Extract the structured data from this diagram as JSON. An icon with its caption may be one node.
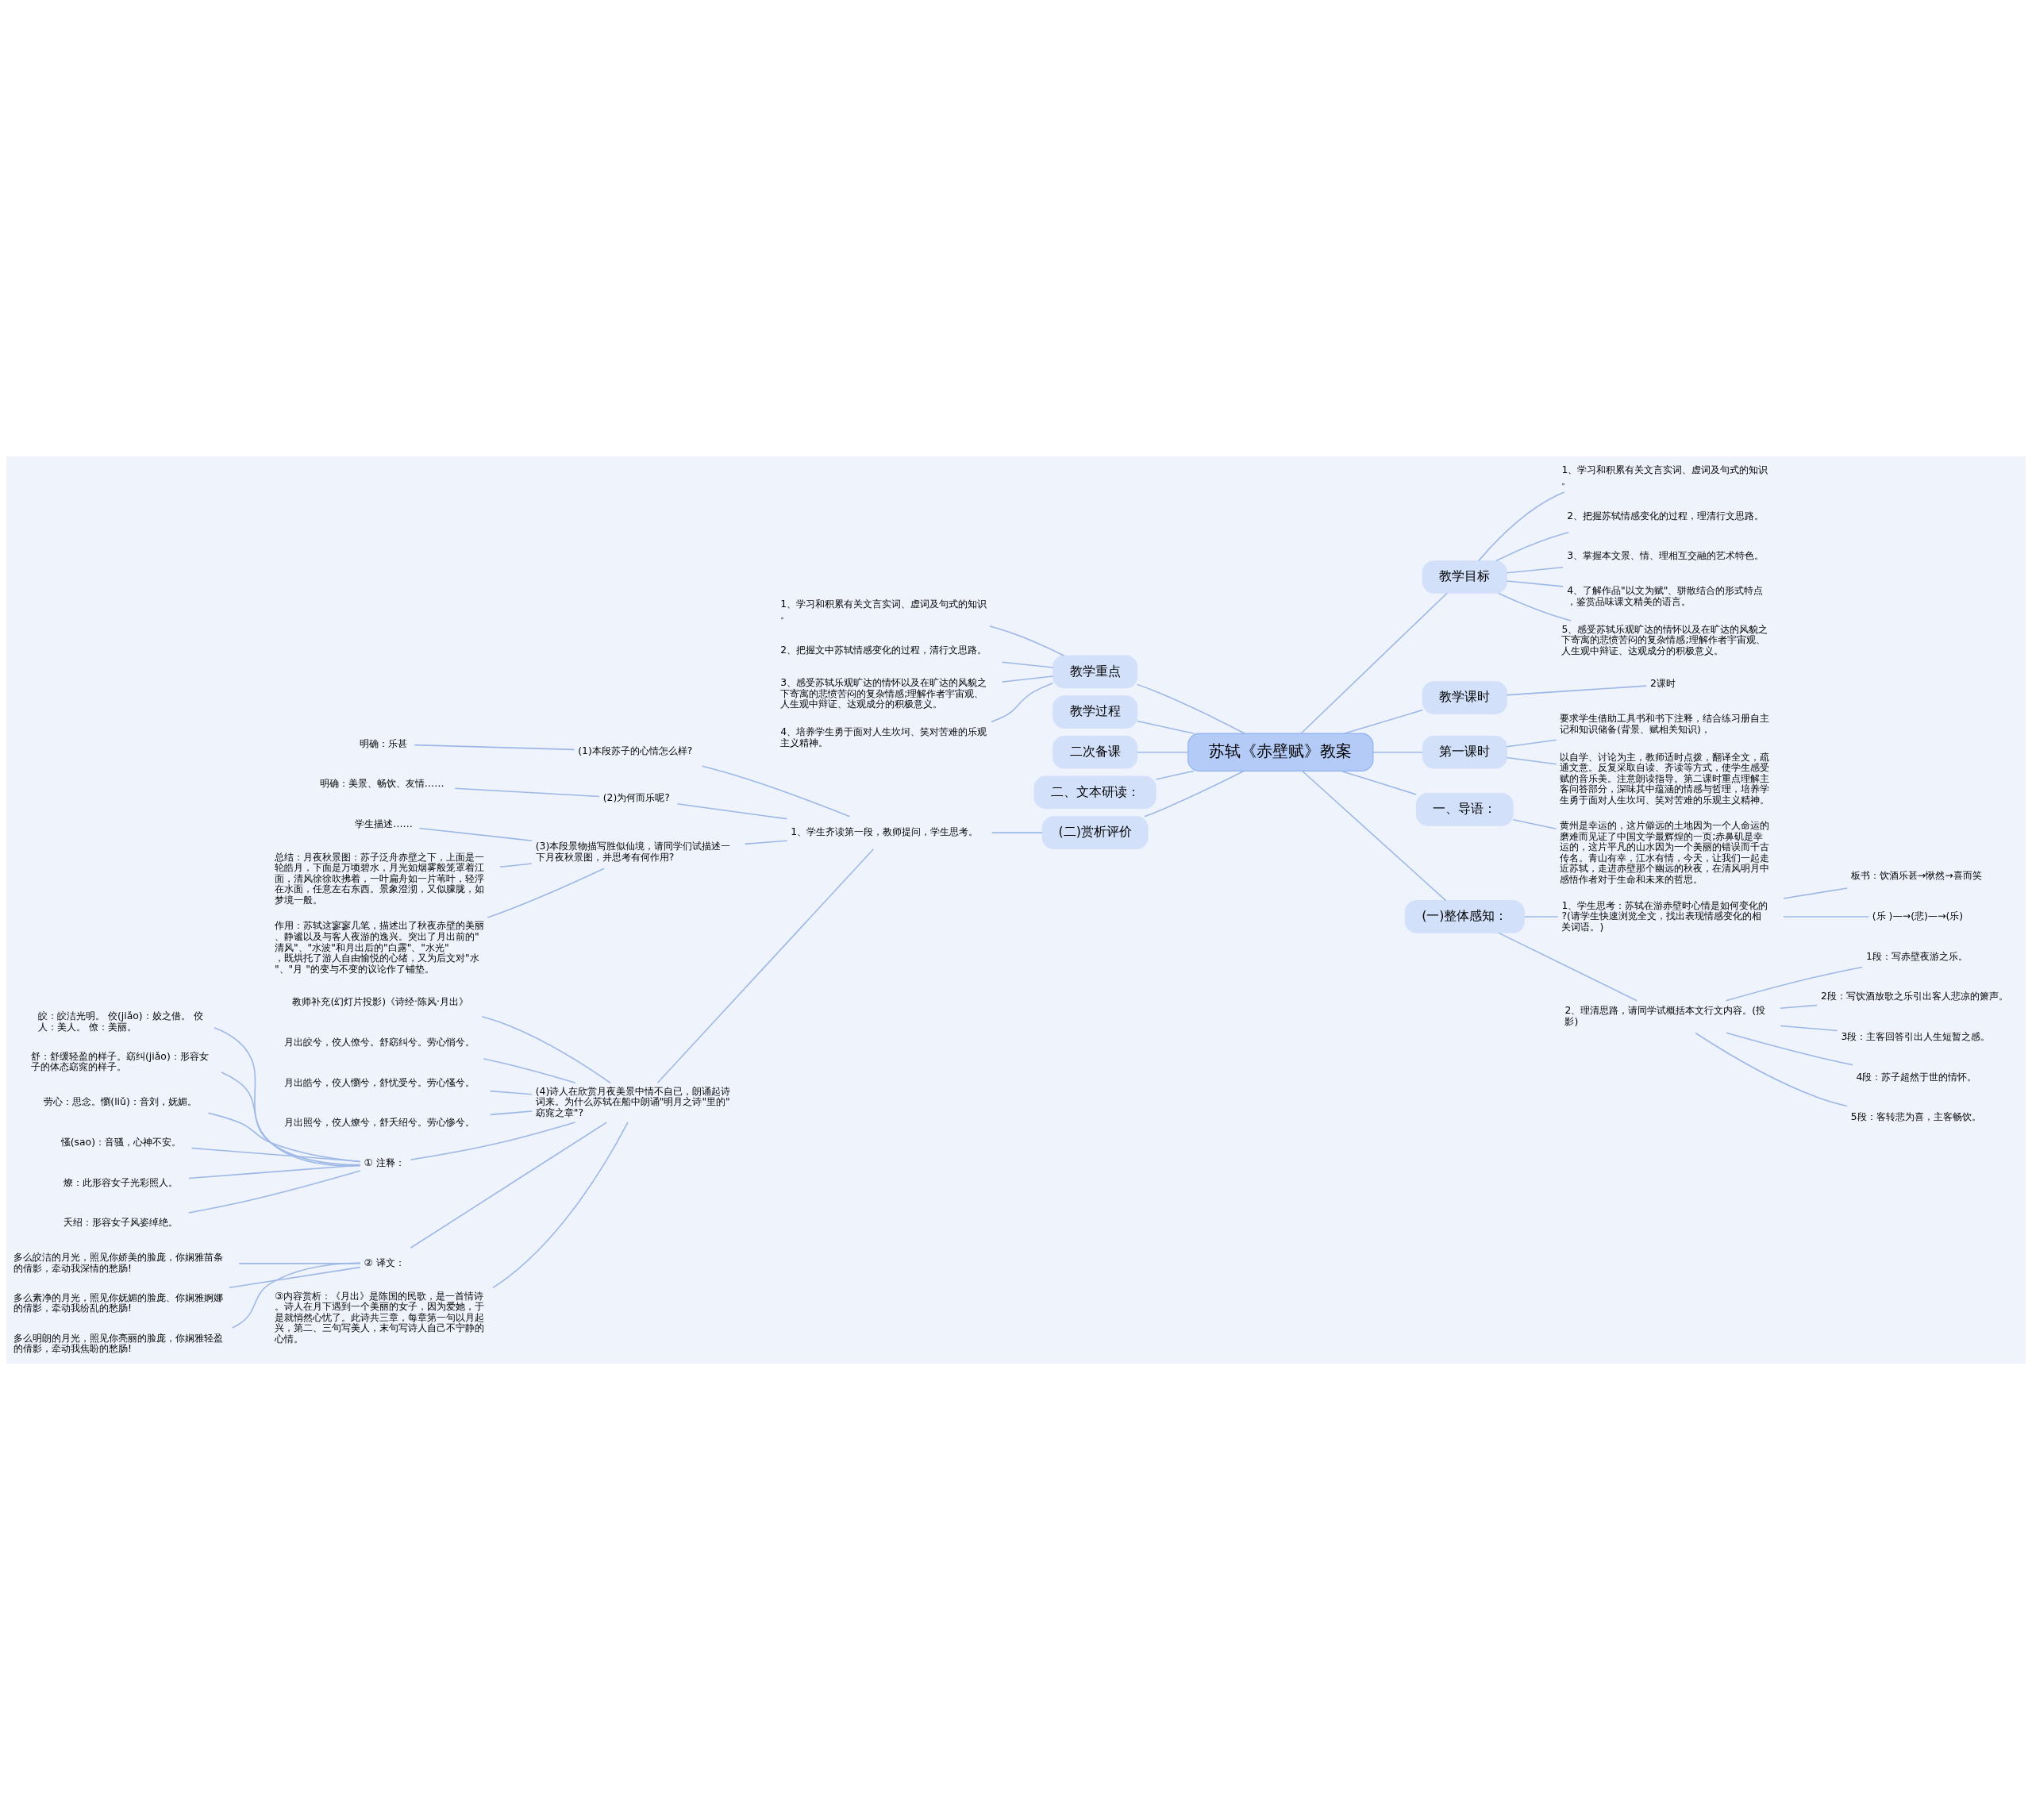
{
  "diagram": {
    "nodes": [
      {
        "text": [
          "苏轼《赤壁赋》教案"
        ]
      },
      {
        "text": [
          "教学重点"
        ]
      },
      {
        "text": [
          "1、学习和积累有关文言实词、虚词及句式的知识。"
        ]
      },
      {
        "text": [
          "2、把握文中苏轼情感变化的过程，清行文思路。"
        ]
      },
      {
        "text": [
          "3、感受苏轼乐观旷达的情怀以及在旷达的风貌之下寄寓的悲愤苦闷的复杂情感;理解作者宇宙观、人生观中辩证、达观成分的积极意义。"
        ]
      },
      {
        "text": [
          "4、培养学生勇于面对人生坎坷、笑对苦难的乐观主义精神。"
        ]
      },
      {
        "text": [
          "教学过程"
        ]
      },
      {
        "text": [
          "二次备课"
        ]
      },
      {
        "text": [
          "二、文本研读："
        ]
      },
      {
        "text": [
          "(二)赏析评价"
        ]
      },
      {
        "text": [
          "1、学生齐读第一段，教师提问，学生思考。"
        ]
      },
      {
        "text": [
          "(1)本段苏子的心情怎么样?"
        ]
      },
      {
        "text": [
          "明确：乐甚"
        ]
      },
      {
        "text": [
          "(2)为何而乐呢?"
        ]
      },
      {
        "text": [
          "明确：美景、畅饮、友情……"
        ]
      },
      {
        "text": [
          "(3)本段景物描写胜似仙境，请同学们试描述一下月夜秋景图，并思考有何作用?"
        ]
      },
      {
        "text": [
          "学生描述……"
        ]
      },
      {
        "text": [
          "总结：月夜秋景图：苏子泛舟赤壁之下，上面是一轮皓月，下面是万顷碧水，月光如烟雾般笼罩着江面，清风徐徐吹拂着，一叶扁舟如一片苇叶，轻浮在水面，任意左右东西。景象澄沏，又似朦胧，如梦境一般。"
        ]
      },
      {
        "text": [
          "作用：苏轼这寥寥几笔，描述出了秋夜赤壁的美丽、静谧以及与客人夜游的逸兴。突出了月出前的\"清风\"、\"水波\"和月出后的\"白露\"、\"水光\"，既烘托了游人自由愉悦的心绪，又为后文对\"水\"、\"月 \"的变与不变的议论作了铺垫。"
        ]
      },
      {
        "text": [
          "(4)诗人在欣赏月夜美景中情不自已，朗诵起诗词来。为什么苏轼在船中朗诵\"明月之诗\"里的\"窈窕之章\"?"
        ]
      },
      {
        "text": [
          "教师补充(幻灯片投影)《诗经·陈风·月出》"
        ]
      },
      {
        "text": [
          "月出皎兮，佼人僚兮。舒窈纠兮。劳心悄兮。"
        ]
      },
      {
        "text": [
          "月出皓兮，佼人懰兮，舒忧受兮。劳心慅兮。"
        ]
      },
      {
        "text": [
          "月出照兮，佼人燎兮，舒夭绍兮。劳心惨兮。"
        ]
      },
      {
        "text": [
          "① 注释："
        ]
      },
      {
        "text": [
          "皎：皎洁光明。 佼(jiǎo)：姣之借。 佼人：美人。 僚：美丽。"
        ]
      },
      {
        "text": [
          "舒：舒缓轻盈的样子。窈纠(jiǎo)：形容女子的体态窈窕的样子。"
        ]
      },
      {
        "text": [
          "劳心：思念。懰(liǔ)：音刘，妩媚。"
        ]
      },
      {
        "text": [
          "慅(sao)：音骚，心神不安。"
        ]
      },
      {
        "text": [
          "燎：此形容女子光彩照人。"
        ]
      },
      {
        "text": [
          "夭绍：形容女子风姿绰绝。"
        ]
      },
      {
        "text": [
          "② 译文："
        ]
      },
      {
        "text": [
          "多么皎洁的月光，照见你娇美的脸庞，你娴雅苗条的倩影，牵动我深情的愁肠!"
        ]
      },
      {
        "text": [
          "多么素净的月光，照见你妩媚的脸庞、你娴雅婀娜的倩影，牵动我纷乱的愁肠!"
        ]
      },
      {
        "text": [
          "多么明朗的月光，照见你亮丽的脸庞，你娴雅轻盈的倩影，牵动我焦盼的愁肠!"
        ]
      },
      {
        "text": [
          "③内容赏析：《月出》是陈国的民歌，是一首情诗。诗人在月下遇到一个美丽的女子，因为爱她，于是就悄然心忧了。此诗共三章，每章第一句以月起兴，第二、三句写美人，末句写诗人自己不宁静的心情。"
        ]
      },
      {
        "text": [
          "教学目标"
        ]
      },
      {
        "text": [
          "1、学习和积累有关文言实词、虚词及句式的知识。"
        ]
      },
      {
        "text": [
          "2、把握苏轼情感变化的过程，理清行文思路。"
        ]
      },
      {
        "text": [
          "3、掌握本文景、情、理相互交融的艺术特色。"
        ]
      },
      {
        "text": [
          "4、了解作品\"以文为赋\"、骈散结合的形式特点，鉴赏品味课文精美的语言。"
        ]
      },
      {
        "text": [
          "5、感受苏轼乐观旷达的情怀以及在旷达的风貌之下寄寓的悲愤苦闷的复杂情感;理解作者宇宙观、人生观中辩证、达观成分的积极意义。"
        ]
      },
      {
        "text": [
          "教学课时"
        ]
      },
      {
        "text": [
          "2课时"
        ]
      },
      {
        "text": [
          "第一课时"
        ]
      },
      {
        "text": [
          "要求学生借助工具书和书下注释，结合练习册自主记和知识储备(背景、赋相关知识)，"
        ]
      },
      {
        "text": [
          "以自学、讨论为主，教师适时点拨，翻译全文，疏通文意。反复采取自读、齐读等方式，使学生感受赋的音乐美。注意朗读指导。第二课时重点理解主客问答部分，深味其中蕴涵的情感与哲理，培养学生勇于面对人生坎坷、笑对苦难的乐观主义精神。"
        ]
      },
      {
        "text": [
          "一、导语："
        ]
      },
      {
        "text": [
          "黄州是幸运的，这片僻远的土地因为一个人命运的磨难而见证了中国文学最辉煌的一页;赤鼻矶是幸运的，这片平凡的山水因为一个美丽的错误而千古传名。青山有幸，江水有情，今天，让我们一起走近苏轼，走进赤壁那个幽远的秋夜，在清风明月中感悟作者对于生命和未来的哲思。"
        ]
      },
      {
        "text": [
          "(一)整体感知："
        ]
      },
      {
        "text": [
          "1、学生思考：苏轼在游赤壁时心情是如何变化的?(请学生快速浏览全文，找出表现情感变化的相关词语。)"
        ]
      },
      {
        "text": [
          "板书：饮酒乐甚→愀然→喜而笑"
        ]
      },
      {
        "text": [
          "(乐 )—→(悲)—→(乐)"
        ]
      },
      {
        "text": [
          "2、理清思路，请同学试概括本文行文内容。(投影)"
        ]
      },
      {
        "text": [
          "1段：写赤壁夜游之乐。"
        ]
      },
      {
        "text": [
          "2段：写饮酒放歌之乐引出客人悲凉的箫声。"
        ]
      },
      {
        "text": [
          "3段：主客回答引出人生短暂之感。"
        ]
      },
      {
        "text": [
          "4段：苏子超然于世的情怀。"
        ]
      },
      {
        "text": [
          "5段：客转悲为喜，主客畅饮。"
        ]
      }
    ],
    "edges": [
      {
        "from": 0,
        "to": 1,
        "arrow": "none"
      },
      {
        "from": 1,
        "to": 2,
        "arrow": "none"
      },
      {
        "from": 1,
        "to": 3,
        "arrow": "none"
      },
      {
        "from": 1,
        "to": 4,
        "arrow": "none"
      },
      {
        "from": 1,
        "to": 5,
        "arrow": "none"
      },
      {
        "from": 0,
        "to": 6,
        "arrow": "none"
      },
      {
        "from": 0,
        "to": 7,
        "arrow": "none"
      },
      {
        "from": 0,
        "to": 8,
        "arrow": "none"
      },
      {
        "from": 0,
        "to": 9,
        "arrow": "none"
      },
      {
        "from": 9,
        "to": 10,
        "arrow": "none"
      },
      {
        "from": 10,
        "to": 11,
        "arrow": "none"
      },
      {
        "from": 11,
        "to": 12,
        "arrow": "none"
      },
      {
        "from": 10,
        "to": 13,
        "arrow": "none"
      },
      {
        "from": 13,
        "to": 14,
        "arrow": "none"
      },
      {
        "from": 10,
        "to": 15,
        "arrow": "none"
      },
      {
        "from": 15,
        "to": 16,
        "arrow": "none"
      },
      {
        "from": 15,
        "to": 17,
        "arrow": "none"
      },
      {
        "from": 15,
        "to": 18,
        "arrow": "none"
      },
      {
        "from": 10,
        "to": 19,
        "arrow": "none"
      },
      {
        "from": 19,
        "to": 20,
        "arrow": "none"
      },
      {
        "from": 19,
        "to": 21,
        "arrow": "none"
      },
      {
        "from": 19,
        "to": 22,
        "arrow": "none"
      },
      {
        "from": 19,
        "to": 23,
        "arrow": "none"
      },
      {
        "from": 19,
        "to": 24,
        "arrow": "none"
      },
      {
        "from": 24,
        "to": 25,
        "arrow": "none"
      },
      {
        "from": 24,
        "to": 26,
        "arrow": "none"
      },
      {
        "from": 24,
        "to": 27,
        "arrow": "none"
      },
      {
        "from": 24,
        "to": 28,
        "arrow": "none"
      },
      {
        "from": 24,
        "to": 29,
        "arrow": "none"
      },
      {
        "from": 24,
        "to": 30,
        "arrow": "none"
      },
      {
        "from": 19,
        "to": 31,
        "arrow": "none"
      },
      {
        "from": 31,
        "to": 32,
        "arrow": "none"
      },
      {
        "from": 31,
        "to": 33,
        "arrow": "none"
      },
      {
        "from": 31,
        "to": 34,
        "arrow": "none"
      },
      {
        "from": 19,
        "to": 35,
        "arrow": "none"
      },
      {
        "from": 0,
        "to": 36,
        "arrow": "none"
      },
      {
        "from": 36,
        "to": 37,
        "arrow": "none"
      },
      {
        "from": 36,
        "to": 38,
        "arrow": "none"
      },
      {
        "from": 36,
        "to": 39,
        "arrow": "none"
      },
      {
        "from": 36,
        "to": 40,
        "arrow": "none"
      },
      {
        "from": 36,
        "to": 41,
        "arrow": "none"
      },
      {
        "from": 0,
        "to": 42,
        "arrow": "none"
      },
      {
        "from": 42,
        "to": 43,
        "arrow": "none"
      },
      {
        "from": 0,
        "to": 44,
        "arrow": "none"
      },
      {
        "from": 44,
        "to": 45,
        "arrow": "none"
      },
      {
        "from": 44,
        "to": 46,
        "arrow": "none"
      },
      {
        "from": 0,
        "to": 47,
        "arrow": "none"
      },
      {
        "from": 47,
        "to": 48,
        "arrow": "none"
      },
      {
        "from": 0,
        "to": 49,
        "arrow": "none"
      },
      {
        "from": 49,
        "to": 50,
        "arrow": "none"
      },
      {
        "from": 50,
        "to": 51,
        "arrow": "none"
      },
      {
        "from": 50,
        "to": 52,
        "arrow": "none"
      },
      {
        "from": 49,
        "to": 53,
        "arrow": "none"
      },
      {
        "from": 53,
        "to": 54,
        "arrow": "none"
      },
      {
        "from": 53,
        "to": 55,
        "arrow": "none"
      },
      {
        "from": 53,
        "to": 56,
        "arrow": "none"
      },
      {
        "from": 53,
        "to": 57,
        "arrow": "none"
      },
      {
        "from": 53,
        "to": 58,
        "arrow": "none"
      }
    ]
  }
}
